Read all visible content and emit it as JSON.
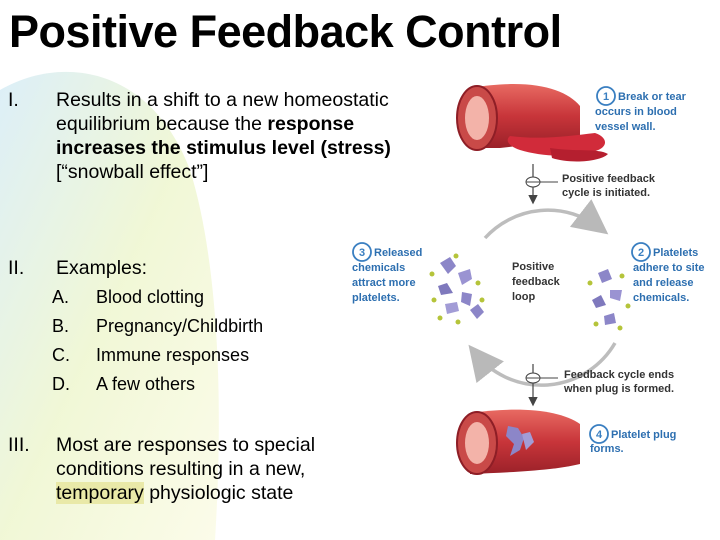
{
  "slide": {
    "title": "Positive Feedback Control",
    "points": [
      {
        "number": "I.",
        "text_before": "Results in a shift to a new homeostatic equilibrium because the ",
        "text_bold": "response increases the stimulus level (stress)",
        "text_after": " [“snowball effect”]"
      },
      {
        "number": "II.",
        "text": "Examples:",
        "subitems": [
          {
            "letter": "A.",
            "text": "Blood clotting"
          },
          {
            "letter": "B.",
            "text": "Pregnancy/Childbirth"
          },
          {
            "letter": "C.",
            "text": "Immune responses"
          },
          {
            "letter": "D.",
            "text": "A few others"
          }
        ]
      },
      {
        "number": "III.",
        "text_before": "Most are responses to special conditions resulting in a new, ",
        "text_highlight": "temporary",
        "text_after": " physiologic state"
      }
    ]
  },
  "diagram": {
    "steps": [
      {
        "num": "1",
        "line1": "Break or tear",
        "line2": "occurs in blood",
        "line3": "vessel wall."
      },
      {
        "num": "2",
        "line1": "Platelets",
        "line2": "adhere to site",
        "line3": "and release",
        "line4": "chemicals."
      },
      {
        "num": "3",
        "line1": "Released",
        "line2": "chemicals",
        "line3": "attract more",
        "line4": "platelets."
      },
      {
        "num": "4",
        "line1": "Platelet plug",
        "line2": "forms."
      }
    ],
    "initiated": {
      "line1": "Positive feedback",
      "line2": "cycle is initiated."
    },
    "loop": {
      "line1": "Positive",
      "line2": "feedback",
      "line3": "loop"
    },
    "ends": {
      "line1": "Feedback cycle ends",
      "line2": "when plug is formed."
    }
  },
  "colors": {
    "step_badge": "#3a7fc1",
    "step_text": "#2d6fb0",
    "vessel": "#c8353a",
    "platelet": "#8c86c8",
    "background_wash": "#f3f7c6"
  }
}
